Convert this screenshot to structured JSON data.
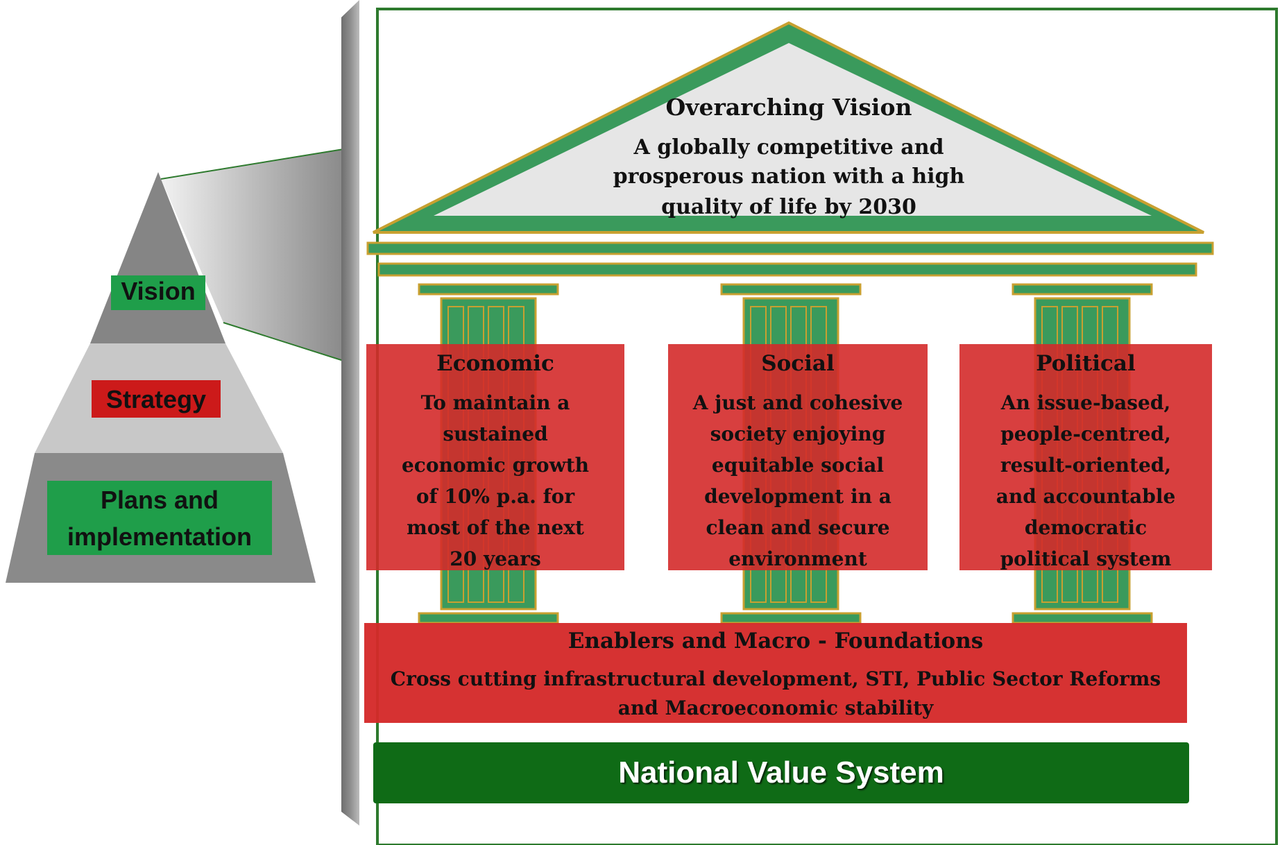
{
  "pyramid": {
    "vision_label": "Vision",
    "strategy_label": "Strategy",
    "plans_label_line1": "Plans and",
    "plans_label_line2": "implementation"
  },
  "roof": {
    "title": "Overarching Vision",
    "line1": "A globally competitive and",
    "line2": "prosperous nation with a high",
    "line3": "quality of life by 2030"
  },
  "pillars": [
    {
      "title": "Economic",
      "lines": [
        "To maintain a",
        "sustained",
        "economic growth",
        "of 10% p.a. for",
        "most of the next",
        "20  years"
      ]
    },
    {
      "title": "Social",
      "lines": [
        "A just and cohesive",
        "society enjoying",
        "equitable social",
        "development in a",
        "clean and secure",
        "environment"
      ]
    },
    {
      "title": "Political",
      "lines": [
        "An issue-based,",
        "people-centred,",
        "result-oriented,",
        "and accountable",
        "democratic",
        "political system"
      ]
    }
  ],
  "enablers": {
    "title": "Enablers and Macro - Foundations",
    "line1": "Cross cutting infrastructural development, STI, Public Sector Reforms",
    "line2": "and Macroeconomic stability"
  },
  "foundation": {
    "label": "National Value System"
  },
  "colors": {
    "green": "#3a9a5c",
    "dark_green": "#0f6b16",
    "frame_green": "#2e7a2e",
    "gold": "#c8a030",
    "red": "#d42a2a",
    "grey": "#858585",
    "light_grey": "#c8c8c8",
    "roof_fill": "#e6e6e6"
  }
}
